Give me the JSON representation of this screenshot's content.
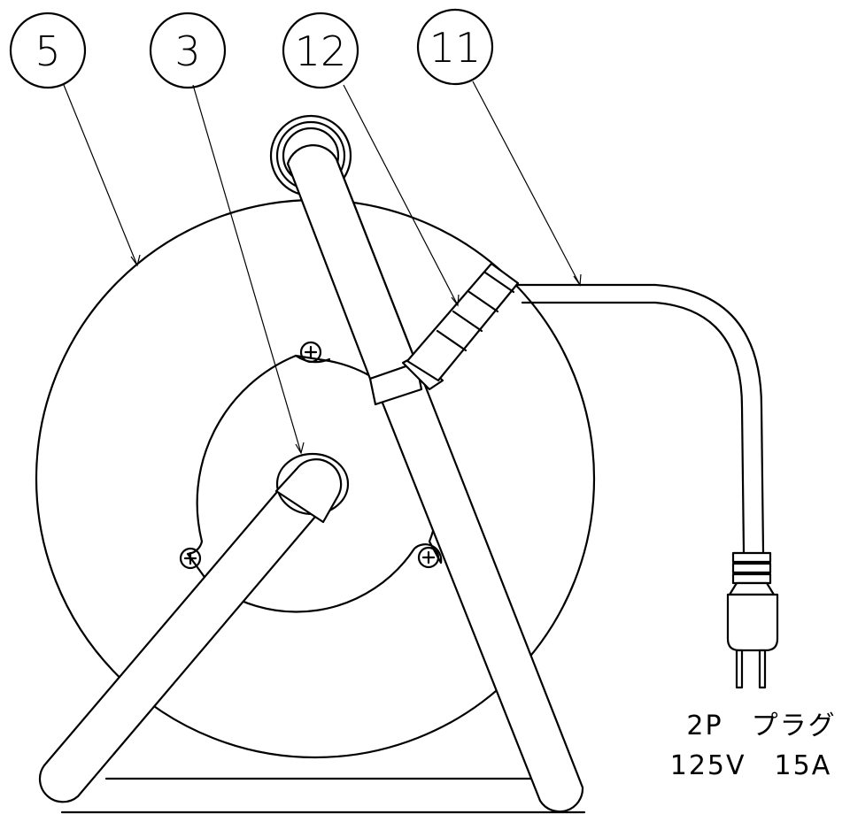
{
  "callouts": [
    {
      "id": "c5",
      "label": "5"
    },
    {
      "id": "c3",
      "label": "3"
    },
    {
      "id": "c12",
      "label": "12"
    },
    {
      "id": "c11",
      "label": "11"
    }
  ],
  "plug_spec": {
    "line1": "2P　プラグ",
    "line2": "125V　15A"
  },
  "icons": [
    "phillips-screw-icon"
  ]
}
